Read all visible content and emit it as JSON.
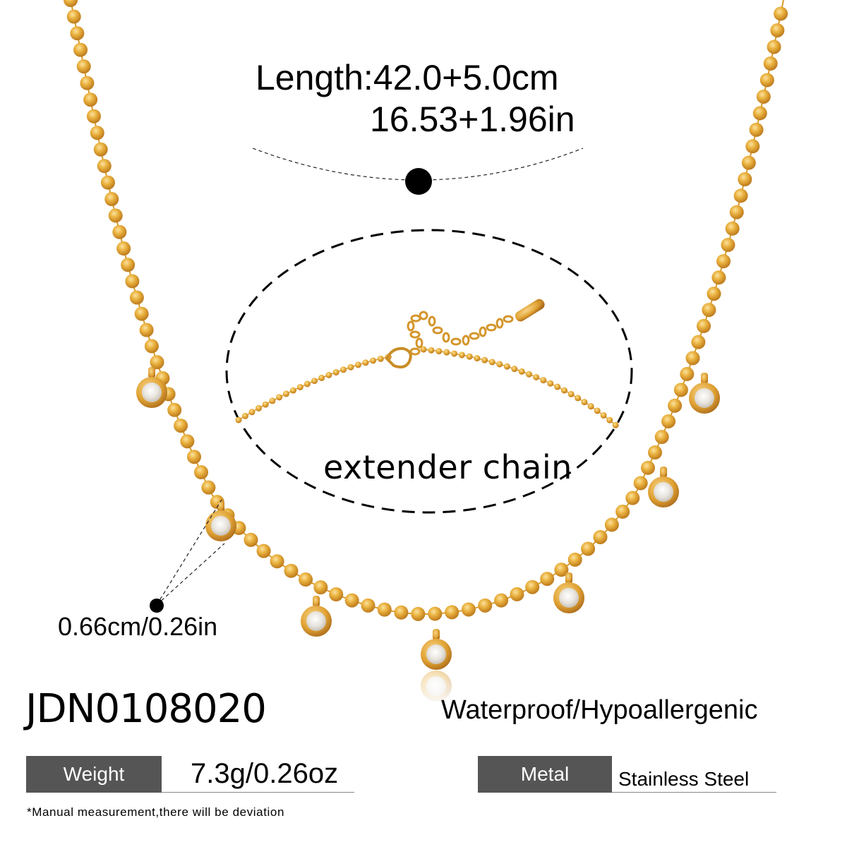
{
  "product": {
    "sku": "JDN0108020",
    "feature_text": "Waterproof/Hypoallergenic"
  },
  "measurements": {
    "length_title": "Length:42.0+5.0cm",
    "length_imperial": "16.53+1.96in",
    "extender_label": "extender chain",
    "pendant_size": "0.66cm/0.26in"
  },
  "specs": {
    "weight": {
      "label": "Weight",
      "value": "7.3g/0.26oz"
    },
    "metal": {
      "label": "Metal",
      "value": "Stainless Steel"
    }
  },
  "footnote": "*Manual measurement,there will be deviation",
  "colors": {
    "gold": "#e3a52c",
    "gold_highlight": "#f6cf72",
    "gold_shadow": "#b9771a",
    "stone": "#ece9e4",
    "label_bg": "#555555",
    "text": "#000000",
    "background": "#ffffff"
  },
  "image": {
    "subject": "gold-tone ball chain necklace with 8 round bezel-set crystal pendants",
    "pendant_count": 8,
    "inset": "extender chain with lobster clasp and tag"
  }
}
